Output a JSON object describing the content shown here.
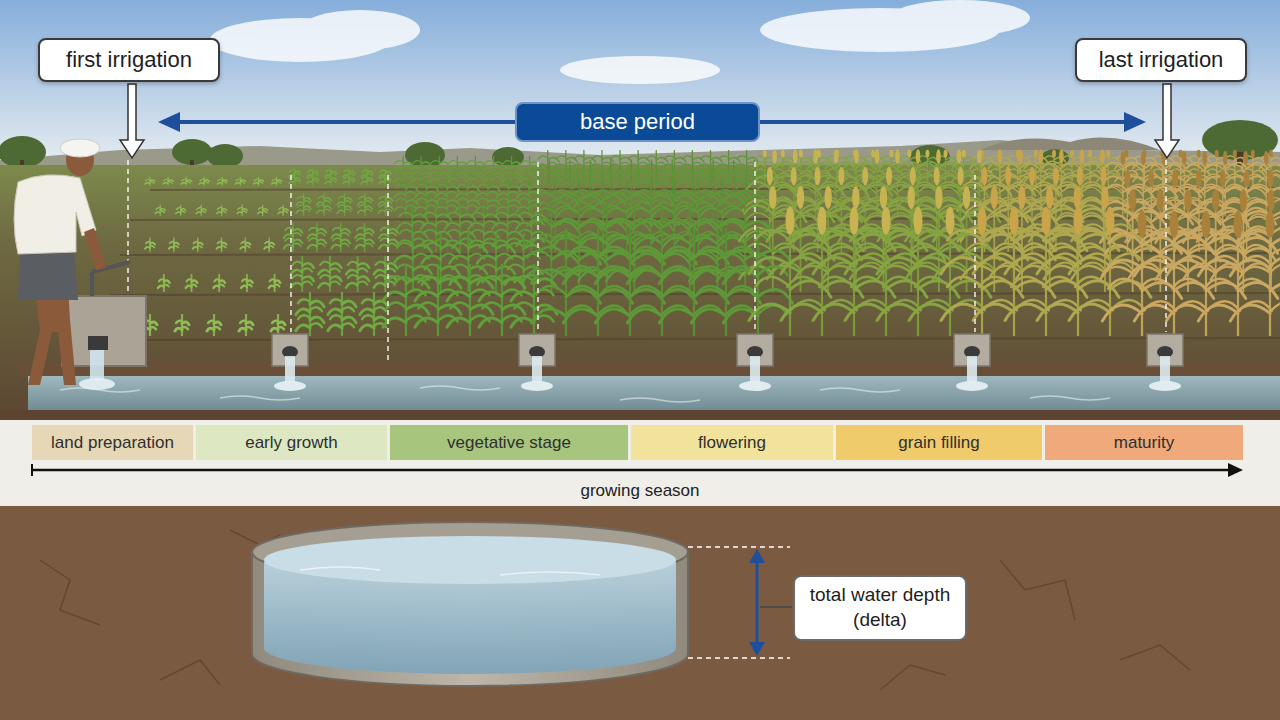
{
  "diagram": {
    "nodes": [
      {
        "text": [
          "first irrigation"
        ]
      },
      {
        "text": [
          "base period"
        ]
      },
      {
        "text": [
          "last irrigation"
        ]
      },
      {
        "text": [
          "land preparation"
        ]
      },
      {
        "text": [
          "early growth"
        ]
      },
      {
        "text": [
          "vegetative stage"
        ]
      },
      {
        "text": [
          "flowering"
        ]
      },
      {
        "text": [
          "grain filling"
        ]
      },
      {
        "text": [
          "maturity"
        ]
      },
      {
        "text": [
          "total water depth (delta)"
        ]
      }
    ],
    "labels": [
      "growing season"
    ]
  }
}
